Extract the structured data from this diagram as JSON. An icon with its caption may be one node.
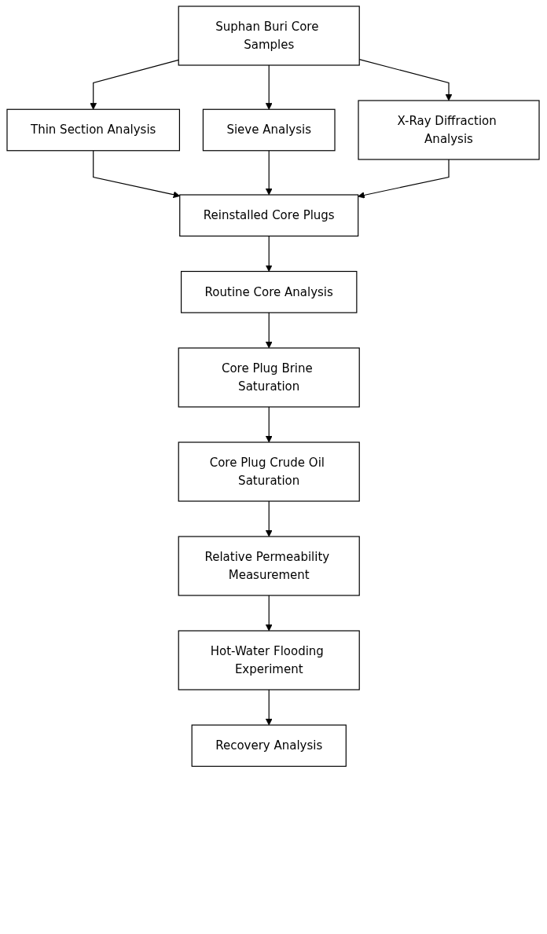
{
  "diagram": {
    "nodes": [
      {
        "text": [
          "Suphan Buri Core Samples"
        ]
      },
      {
        "text": [
          "Thin Section Analysis"
        ]
      },
      {
        "text": [
          "Sieve Analysis"
        ]
      },
      {
        "text": [
          "X-Ray Diffraction Analysis"
        ]
      },
      {
        "text": [
          "Reinstalled Core Plugs"
        ]
      },
      {
        "text": [
          "Routine Core Analysis"
        ]
      },
      {
        "text": [
          "Core Plug Brine Saturation"
        ]
      },
      {
        "text": [
          "Core Plug Crude Oil Saturation"
        ]
      },
      {
        "text": [
          "Relative Permeability Measurement"
        ]
      },
      {
        "text": [
          "Hot-Water Flooding Experiment"
        ]
      },
      {
        "text": [
          "Recovery Analysis"
        ]
      }
    ],
    "edges": [
      {
        "from": 0,
        "to": 1,
        "arrow": "to"
      },
      {
        "from": 0,
        "to": 2,
        "arrow": "to"
      },
      {
        "from": 0,
        "to": 3,
        "arrow": "to"
      },
      {
        "from": 1,
        "to": 4,
        "arrow": "to"
      },
      {
        "from": 2,
        "to": 4,
        "arrow": "to"
      },
      {
        "from": 3,
        "to": 4,
        "arrow": "to"
      },
      {
        "from": 4,
        "to": 5,
        "arrow": "to"
      },
      {
        "from": 5,
        "to": 6,
        "arrow": "to"
      },
      {
        "from": 6,
        "to": 7,
        "arrow": "to"
      },
      {
        "from": 7,
        "to": 8,
        "arrow": "to"
      },
      {
        "from": 8,
        "to": 9,
        "arrow": "to"
      },
      {
        "from": 9,
        "to": 10,
        "arrow": "to"
      }
    ]
  }
}
